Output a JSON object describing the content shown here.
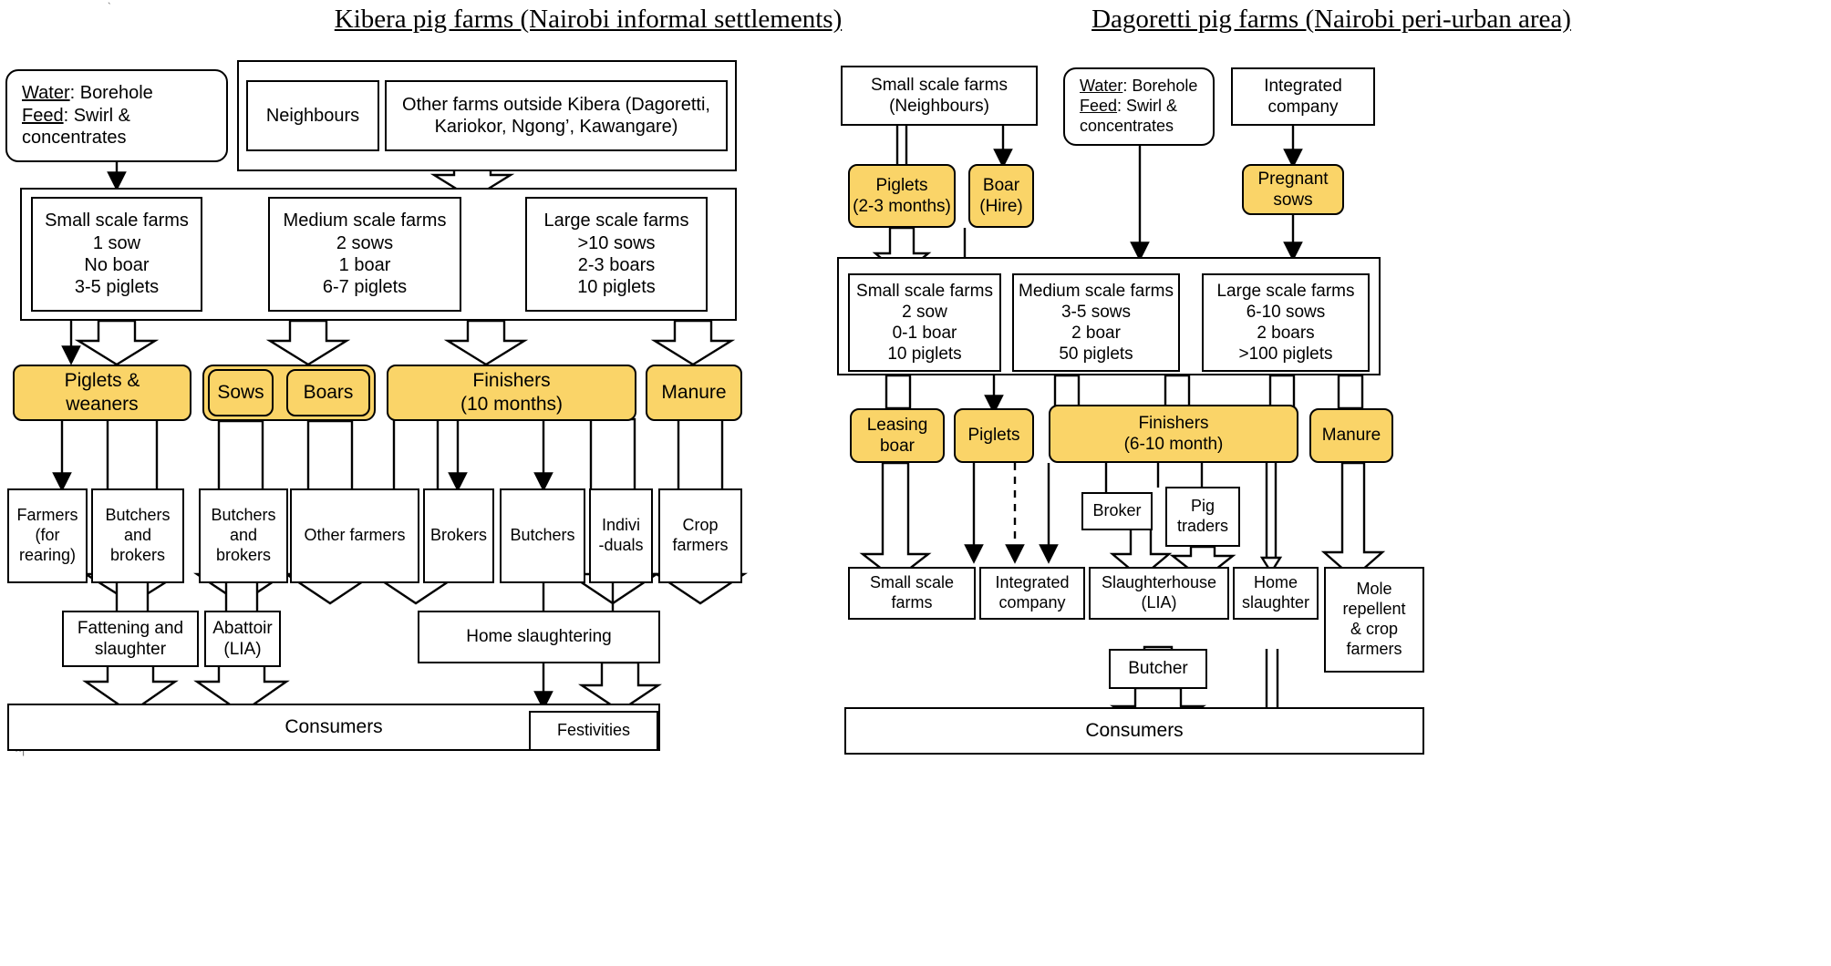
{
  "titles": {
    "left": "Kibera pig farms (Nairobi informal settlements)",
    "right": "Dagoretti pig farms (Nairobi peri-urban area)"
  },
  "colors": {
    "highlight": "#FAD468",
    "stroke": "#000000",
    "background": "#FFFFFF"
  },
  "kibera": {
    "inputs": {
      "water_label": "Water",
      "water_value": ": Borehole",
      "feed_label": "Feed",
      "feed_value": ": Swirl &",
      "feed_value2": "concentrates"
    },
    "neighbours": "Neighbours",
    "other_farms_l1": "Other farms outside Kibera (Dagoretti,",
    "other_farms_l2": "Kariokor, Ngong’, Kawangare)",
    "farms": [
      {
        "name": "Small scale farms",
        "sows": "1 sow",
        "boars": "No boar",
        "piglets": "3-5 piglets"
      },
      {
        "name": "Medium scale farms",
        "sows": "2 sows",
        "boars": "1 boar",
        "piglets": "6-7 piglets"
      },
      {
        "name": "Large scale farms",
        "sows": ">10 sows",
        "boars": "2-3 boars",
        "piglets": "10 piglets"
      }
    ],
    "products": [
      {
        "l1": "Piglets &",
        "l2": "weaners"
      },
      {
        "l1": "Sows",
        "l2": ""
      },
      {
        "l1": "Boars",
        "l2": ""
      },
      {
        "l1": "Finishers",
        "l2": "(10 months)"
      },
      {
        "l1": "Manure",
        "l2": ""
      }
    ],
    "buyers": [
      {
        "l1": "Farmers",
        "l2": "(for",
        "l3": "rearing)"
      },
      {
        "l1": "Butchers",
        "l2": "and",
        "l3": "brokers"
      },
      {
        "l1": "Butchers",
        "l2": "and",
        "l3": "brokers"
      },
      {
        "l1": "Other farmers",
        "l2": "",
        "l3": ""
      },
      {
        "l1": "Brokers",
        "l2": "",
        "l3": ""
      },
      {
        "l1": "Butchers",
        "l2": "",
        "l3": ""
      },
      {
        "l1": "Indivi",
        "l2": "-duals",
        "l3": ""
      },
      {
        "l1": "Crop",
        "l2": "farmers",
        "l3": ""
      }
    ],
    "processing": [
      {
        "l1": "Fattening and",
        "l2": "slaughter"
      },
      {
        "l1": "Abattoir",
        "l2": "(LIA)"
      },
      {
        "l1": "Home slaughtering",
        "l2": ""
      }
    ],
    "consumers": "Consumers",
    "festivities": "Festivities"
  },
  "dagoretti": {
    "sources": [
      {
        "l1": "Small scale farms",
        "l2": "(Neighbours)"
      },
      {
        "l1": "Integrated",
        "l2": "company"
      }
    ],
    "inputs": {
      "water_label": "Water",
      "water_value": ": Borehole",
      "feed_label": "Feed",
      "feed_value": ": Swirl &",
      "feed_value2": "concentrates"
    },
    "stock": [
      {
        "l1": "Piglets",
        "l2": "(2-3 months)"
      },
      {
        "l1": "Boar",
        "l2": "(Hire)"
      },
      {
        "l1": "Pregnant",
        "l2": "sows"
      }
    ],
    "farms": [
      {
        "name": "Small scale farms",
        "sows": "2 sow",
        "boars": "0-1 boar",
        "piglets": "10 piglets"
      },
      {
        "name": "Medium scale farms",
        "sows": "3-5 sows",
        "boars": "2 boar",
        "piglets": "50 piglets"
      },
      {
        "name": "Large scale farms",
        "sows": "6-10 sows",
        "boars": "2 boars",
        "piglets": ">100 piglets"
      }
    ],
    "products": [
      {
        "l1": "Leasing",
        "l2": "boar"
      },
      {
        "l1": "Piglets",
        "l2": ""
      },
      {
        "l1": "Finishers",
        "l2": "(6-10 month)"
      },
      {
        "l1": "Manure",
        "l2": ""
      }
    ],
    "traders": [
      {
        "l1": "Broker",
        "l2": ""
      },
      {
        "l1": "Pig",
        "l2": "traders"
      }
    ],
    "outlets": [
      {
        "l1": "Small scale",
        "l2": "farms",
        "l3": "",
        "l4": ""
      },
      {
        "l1": "Integrated",
        "l2": "company",
        "l3": "",
        "l4": ""
      },
      {
        "l1": "Slaughterhouse",
        "l2": "(LIA)",
        "l3": "",
        "l4": ""
      },
      {
        "l1": "Home",
        "l2": "slaughter",
        "l3": "",
        "l4": ""
      },
      {
        "l1": "Mole",
        "l2": "repellent",
        "l3": "& crop",
        "l4": "farmers"
      }
    ],
    "butcher": "Butcher",
    "consumers": "Consumers"
  }
}
